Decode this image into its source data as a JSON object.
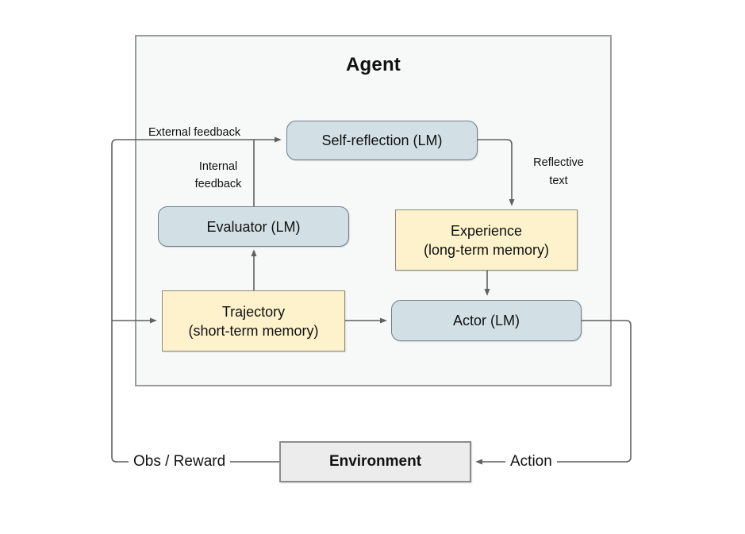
{
  "agent_title": "Agent",
  "nodes": {
    "self_reflection": {
      "label": "Self-reflection (LM)"
    },
    "evaluator": {
      "label": "Evaluator (LM)"
    },
    "experience": {
      "label": "Experience",
      "sublabel": "(long-term memory)"
    },
    "trajectory": {
      "label": "Trajectory",
      "sublabel": "(short-term memory)"
    },
    "actor": {
      "label": "Actor (LM)"
    },
    "environment": {
      "label": "Environment"
    }
  },
  "edge_labels": {
    "external_feedback": "External feedback",
    "internal_feedback": {
      "line1": "Internal",
      "line2": "feedback"
    },
    "reflective_text": {
      "line1": "Reflective",
      "line2": "text"
    },
    "obs_reward": "Obs / Reward",
    "action": "Action"
  },
  "colors": {
    "lm_box_fill": "#d2e0e6",
    "memory_box_fill": "#fdf2cc",
    "agent_panel_fill": "#f7f8f8",
    "environment_fill": "#ececec",
    "edge_color": "#616161"
  }
}
